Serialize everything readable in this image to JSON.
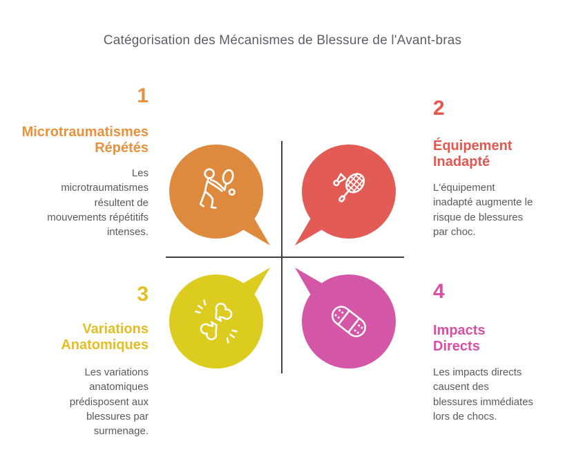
{
  "title": "Catégorisation des Mécanismes de Blessure de l'Avant-bras",
  "colors": {
    "title_text": "#5c6066",
    "body_text": "#595959",
    "divider": "#3e3e3e",
    "icon_stroke": "#ffffff"
  },
  "quadrants": [
    {
      "number": "1",
      "heading": "Microtraumatismes Répétés",
      "body": "Les microtraumatismes résultent de mouvements répétitifs intenses.",
      "text_color": "#E8913C",
      "bubble_color": "#DE8A3E",
      "icon": "tennis-player-icon"
    },
    {
      "number": "2",
      "heading": "Équipement Inadapté",
      "body": "L'équipement inadapté augmente le risque de blessures par choc.",
      "text_color": "#E4564E",
      "bubble_color": "#E25B54",
      "icon": "badminton-racket-icon"
    },
    {
      "number": "3",
      "heading": "Variations Anatomiques",
      "body": "Les variations anatomiques prédisposent aux blessures par surmenage.",
      "text_color": "#E2BE23",
      "bubble_color": "#DDCC20",
      "icon": "broken-bone-icon"
    },
    {
      "number": "4",
      "heading": "Impacts Directs",
      "body": "Les impacts directs causent des blessures immédiates lors de chocs.",
      "text_color": "#D94FA3",
      "bubble_color": "#D457A7",
      "icon": "bandage-icon"
    }
  ]
}
